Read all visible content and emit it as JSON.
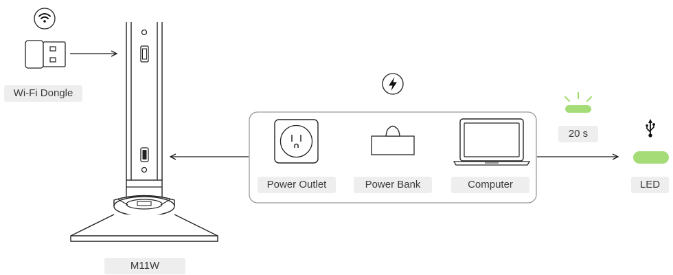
{
  "labels": {
    "wifi_dongle": "Wi-Fi Dongle",
    "device": "M11W",
    "power_outlet": "Power Outlet",
    "power_bank": "Power Bank",
    "computer": "Computer",
    "timer": "20 s",
    "led": "LED"
  },
  "icons": {
    "wifi": "wifi-icon",
    "power": "lightning-icon",
    "usb": "usb-icon"
  },
  "colors": {
    "led_green": "#a5dc78",
    "line": "#1a1a1a",
    "label_bg": "#eeeeee"
  }
}
